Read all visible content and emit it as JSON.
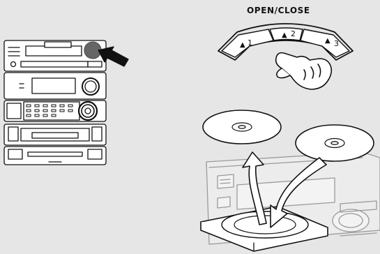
{
  "header": {
    "title": "OPEN/CLOSE"
  },
  "buttons": [
    {
      "glyph": "▲",
      "number": "1"
    },
    {
      "glyph": "▲",
      "number": "2"
    },
    {
      "glyph": "▲",
      "number": "3"
    }
  ],
  "colors": {
    "background": "#e6e6e6",
    "line": "#111111",
    "fill": "#ffffff",
    "fade": "#9a9a9a"
  }
}
